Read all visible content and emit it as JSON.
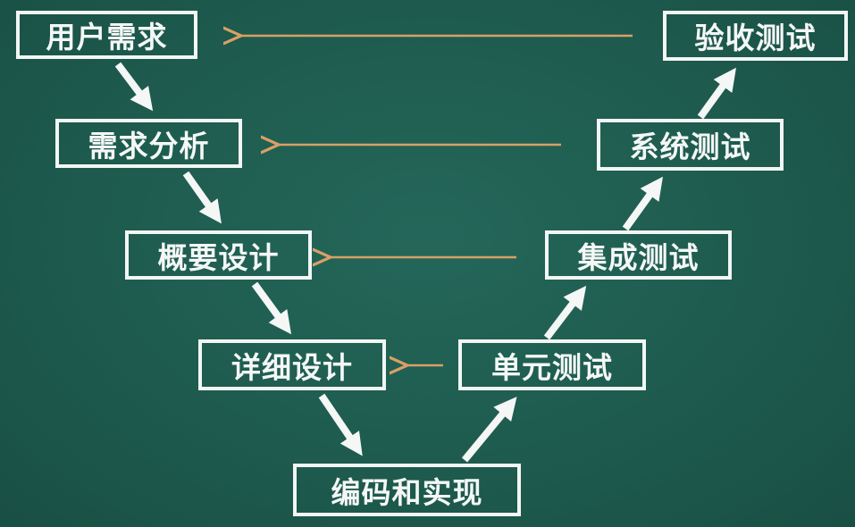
{
  "colors": {
    "background": "#1f5d4f",
    "box_border": "#f2f6f4",
    "flow_arrow": "#f4f7f6",
    "feedback_arrow": "#d9a066"
  },
  "stages": {
    "user_requirements": "用户需求",
    "requirements_analysis": "需求分析",
    "high_level_design": "概要设计",
    "detailed_design": "详细设计",
    "coding": "编码和实现",
    "unit_testing": "单元测试",
    "integration_testing": "集成测试",
    "system_testing": "系统测试",
    "acceptance_testing": "验收测试"
  }
}
